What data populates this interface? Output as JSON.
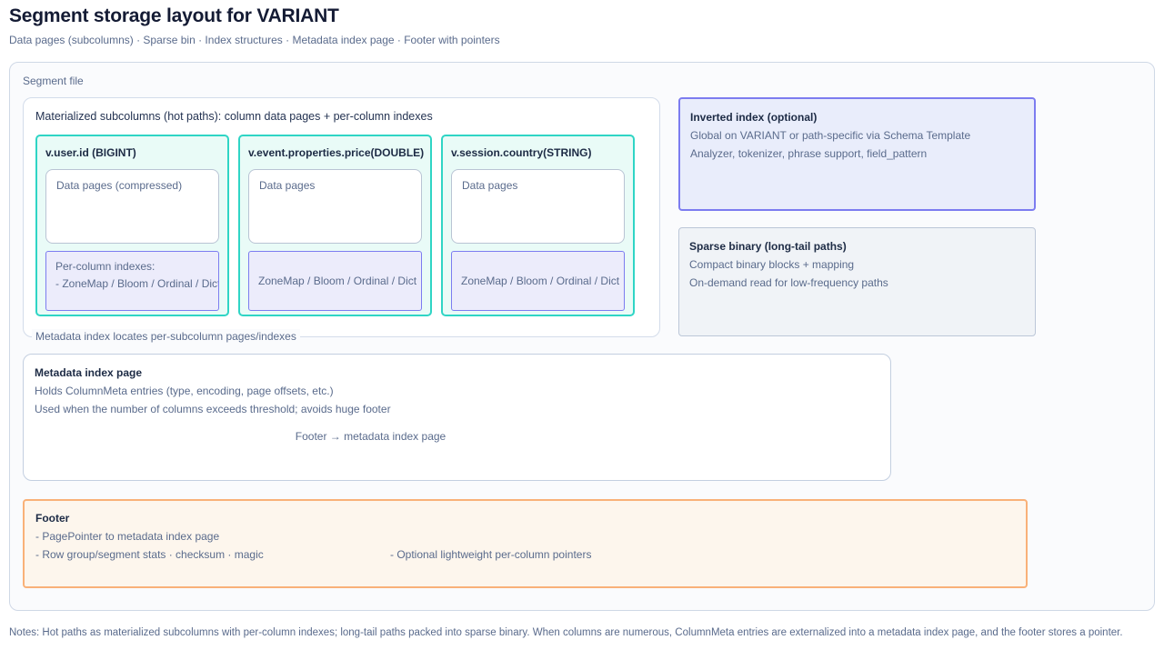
{
  "header": {
    "title": "Segment storage layout for VARIANT",
    "subtitle": "Data pages (subcolumns) · Sparse bin · Index structures · Metadata index page · Footer with pointers"
  },
  "segment_file": {
    "label": "Segment file"
  },
  "subcolumns_panel": {
    "title": "Materialized subcolumns (hot paths): column data pages + per-column indexes",
    "caption": "Metadata index locates per-subcolumn pages/indexes",
    "cards": [
      {
        "title": "v.user.id (BIGINT)",
        "data_pages_label": "Data pages (compressed)",
        "index_lines": [
          "Per-column indexes:",
          "- ZoneMap / Bloom / Ordinal / Dict"
        ],
        "index_align": "top"
      },
      {
        "title": "v.event.properties.price(DOUBLE)",
        "data_pages_label": "Data pages",
        "index_lines": [
          "ZoneMap / Bloom / Ordinal / Dict"
        ],
        "index_align": "center"
      },
      {
        "title": "v.session.country(STRING)",
        "data_pages_label": "Data pages",
        "index_lines": [
          "ZoneMap / Bloom / Ordinal / Dict"
        ],
        "index_align": "center"
      }
    ]
  },
  "side_panels": {
    "inverted_index": {
      "title": "Inverted index (optional)",
      "lines": [
        "Global on VARIANT or path-specific via Schema Template",
        "Analyzer, tokenizer, phrase support, field_pattern"
      ]
    },
    "sparse_binary": {
      "title": "Sparse binary (long-tail paths)",
      "lines": [
        "Compact binary blocks + mapping",
        "On-demand read for low-frequency paths"
      ]
    }
  },
  "metadata_index_page": {
    "title": "Metadata index page",
    "lines": [
      "Holds ColumnMeta entries (type, encoding, page offsets, etc.)",
      "Used when the number of columns exceeds threshold; avoids huge footer"
    ],
    "pointer_label": "Footer → metadata index page"
  },
  "footer_section": {
    "title": "Footer",
    "line1": "- PagePointer to metadata index page",
    "line2_left": "- Row group/segment stats · checksum · magic",
    "line2_right": "- Optional lightweight per-column pointers"
  },
  "notes": "Notes: Hot paths as materialized subcolumns with per-column indexes; long-tail paths packed into sparse binary. When columns are numerous, ColumnMeta entries are externalized into a metadata index page, and the footer stores a pointer.",
  "colors": {
    "card_border": "#2fd5c5",
    "card_fill": "#e9fbf7",
    "index_border": "#7c7cf0",
    "index_fill": "#ececfb",
    "footer_border": "#f9b178",
    "footer_fill": "#fdf6ed",
    "text_primary": "#1d2b45",
    "text_muted": "#5a6b8c"
  }
}
